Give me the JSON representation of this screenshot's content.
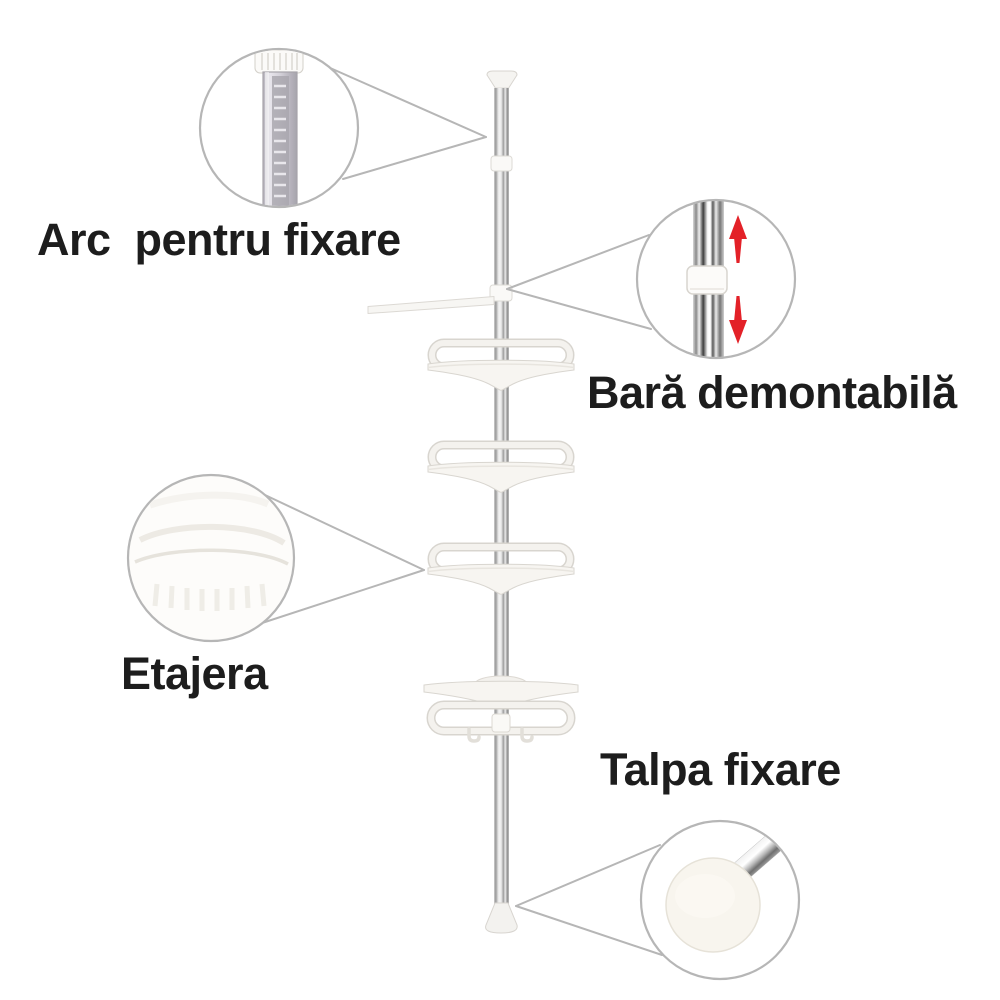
{
  "callouts": {
    "spring": {
      "label": "Arc  pentru fixare",
      "icon": "spring-in-tube-icon"
    },
    "bar": {
      "label": "Bară demontabilă",
      "icon": "telescopic-pole-arrows-icon"
    },
    "shelf": {
      "label": "Etajera",
      "icon": "shelf-surface-icon"
    },
    "foot": {
      "label": "Talpa fixare",
      "icon": "foot-pad-icon"
    }
  },
  "colors": {
    "background": "#ffffff",
    "label_text": "#1d1d1d",
    "callout_line": "#b6b6b6",
    "arrow_red": "#e32128",
    "product_white": "#f6f4f1",
    "chrome_dark": "#8f8f8f",
    "chrome_light": "#ececec"
  },
  "product": {
    "shelf_count": 4,
    "hook_count": 2
  }
}
